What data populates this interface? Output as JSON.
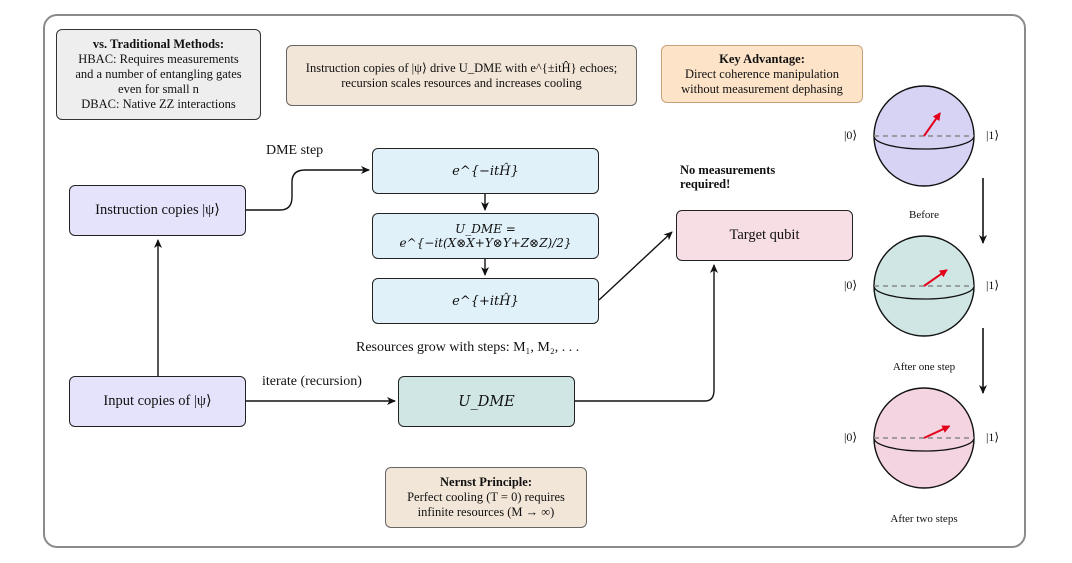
{
  "notes": {
    "traditional": {
      "title": "vs. Traditional Methods:",
      "line1": "HBAC: Requires measurements",
      "line2": "and a number of entangling gates",
      "line3": "even for small n",
      "line4": "DBAC: Native ZZ interactions"
    },
    "instruction": {
      "line1": "Instruction copies of |ψ⟩ drive U_DME with e^{±itĤ} echoes;",
      "line2": "recursion scales resources and increases cooling"
    },
    "advantage": {
      "title": "Key Advantage:",
      "line1": "Direct coherence manipulation",
      "line2": "without measurement dephasing"
    },
    "nernst": {
      "title": "Nernst Principle:",
      "line1": "Perfect cooling (T = 0) requires",
      "line2": "infinite resources (M → ∞)"
    }
  },
  "nodes": {
    "instruction_copies": "Instruction copies |ψ⟩",
    "input_copies": "Input copies of |ψ⟩",
    "exp_minus": "e^{−itĤ}",
    "udme_def": "U_DME = e^{−it(X⊗X+Y⊗Y+Z⊗Z)/2}",
    "exp_plus": "e^{+itĤ}",
    "udme": "U_DME",
    "target": "Target qubit"
  },
  "labels": {
    "dme_step": "DME step",
    "iterate": "iterate (recursion)",
    "resources": "Resources grow with steps: M₁, M₂, . . .",
    "no_measure_1": "No measurements",
    "no_measure_2": "required!"
  },
  "spheres": [
    {
      "caption": "Before",
      "ket0": "|0⟩",
      "ket1": "|1⟩",
      "color": "#d6d3f5"
    },
    {
      "caption": "After one step",
      "ket0": "|0⟩",
      "ket1": "|1⟩",
      "color": "#cfe6e4"
    },
    {
      "caption": "After two steps",
      "ket0": "|0⟩",
      "ket1": "|1⟩",
      "color": "#f3d4e0"
    }
  ],
  "colors": {
    "lavender": "#e4e3fb",
    "light_blue": "#e0f1f9",
    "teal": "#cfe6e4",
    "pink": "#f7dde4",
    "beige": "#f2e6d8",
    "peach": "#fde3c8",
    "gray": "#eeeeee"
  }
}
